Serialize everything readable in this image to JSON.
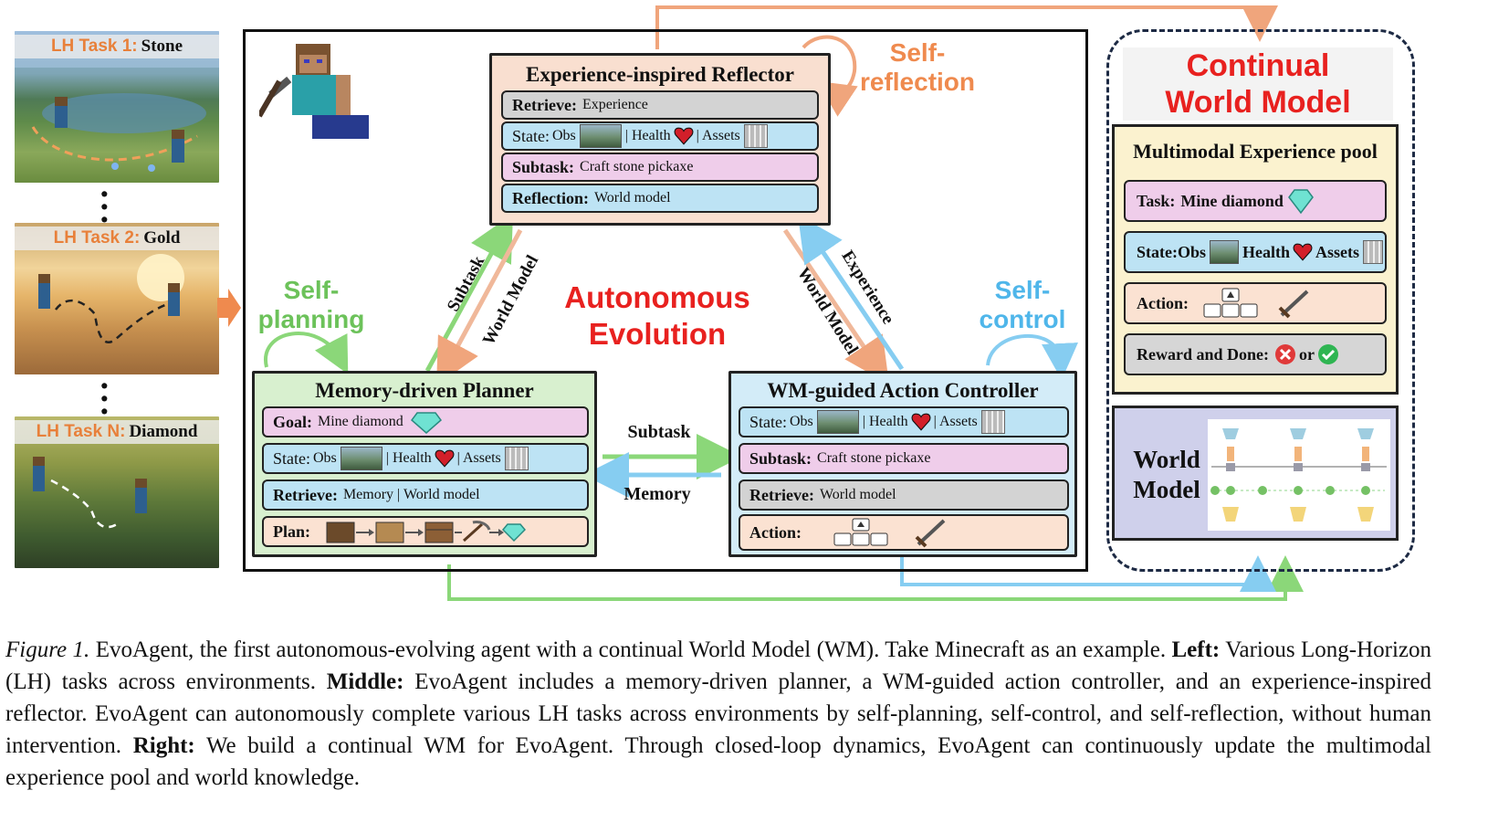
{
  "tasks": [
    {
      "prefix": "LH Task 1:",
      "name": "Stone"
    },
    {
      "prefix": "LH Task 2:",
      "name": "Gold"
    },
    {
      "prefix": "LH Task N:",
      "name": "Diamond"
    }
  ],
  "center_label": {
    "line1": "Autonomous",
    "line2": "Evolution"
  },
  "self_labels": {
    "reflection": {
      "line1": "Self-",
      "line2": "reflection"
    },
    "planning": {
      "line1": "Self-",
      "line2": "planning"
    },
    "control": {
      "line1": "Self-",
      "line2": "control"
    }
  },
  "arrow_labels": {
    "subtask_left": "Subtask",
    "world_model_left": "World Model",
    "world_model_right": "World Model",
    "experience_right": "Experience",
    "subtask_middle": "Subtask",
    "memory_middle": "Memory"
  },
  "reflector": {
    "title": "Experience-inspired Reflector",
    "rows": [
      {
        "key": "Retrieve:",
        "value": "Experience"
      },
      {
        "key": "State:",
        "obs": "Obs",
        "health": "| Health",
        "assets": "| Assets"
      },
      {
        "key": "Subtask:",
        "value": "Craft stone pickaxe"
      },
      {
        "key": "Reflection:",
        "value": "World model"
      }
    ]
  },
  "planner": {
    "title": "Memory-driven Planner",
    "rows": [
      {
        "key": "Goal:",
        "value": "Mine diamond"
      },
      {
        "key": "State:",
        "obs": "Obs",
        "health": "| Health",
        "assets": "| Assets"
      },
      {
        "key": "Retrieve:",
        "value": "Memory | World model"
      },
      {
        "key": "Plan:",
        "value": ""
      }
    ]
  },
  "controller": {
    "title": "WM-guided Action Controller",
    "rows": [
      {
        "key": "State:",
        "obs": "Obs",
        "health": "| Health",
        "assets": "| Assets"
      },
      {
        "key": "Subtask:",
        "value": "Craft stone pickaxe"
      },
      {
        "key": "Retrieve:",
        "value": "World model"
      },
      {
        "key": "Action:",
        "value": ""
      }
    ]
  },
  "continual_wm": {
    "title_line1": "Continual",
    "title_line2": "World Model",
    "pool_title": "Multimodal Experience pool",
    "pool_rows": [
      {
        "key": "Task:",
        "value": "Mine diamond"
      },
      {
        "key": "State:",
        "obs": "Obs",
        "health": "Health",
        "assets": "Assets"
      },
      {
        "key": "Action:",
        "value": ""
      },
      {
        "key": "Reward and Done:",
        "value": "or"
      }
    ],
    "wm_label_line1": "World",
    "wm_label_line2": "Model"
  },
  "caption": {
    "fig": "Figure 1.",
    "text1": " EvoAgent, the first autonomous-evolving agent with a continual World Model (WM). Take Minecraft as an example. ",
    "left_b": "Left:",
    "text2": " Various Long-Horizon (LH) tasks across environments. ",
    "mid_b": "Middle:",
    "text3": " EvoAgent includes a memory-driven planner, a WM-guided action controller, and an experience-inspired reflector. EvoAgent can autonomously complete various LH tasks across environments by self-planning, self-control, and self-reflection, without human intervention. ",
    "right_b": "Right:",
    "text4": " We build a continual WM for EvoAgent. Through closed-loop dynamics, EvoAgent can continuously update the multimodal experience pool and world knowledge."
  },
  "colors": {
    "orange": "#ef8a4e",
    "green": "#7fd36a",
    "blue": "#7cc6ef",
    "red": "#e8211f",
    "pink": "#efcdea",
    "peach": "#fbe2d2",
    "light_blue": "#bde3f4"
  }
}
